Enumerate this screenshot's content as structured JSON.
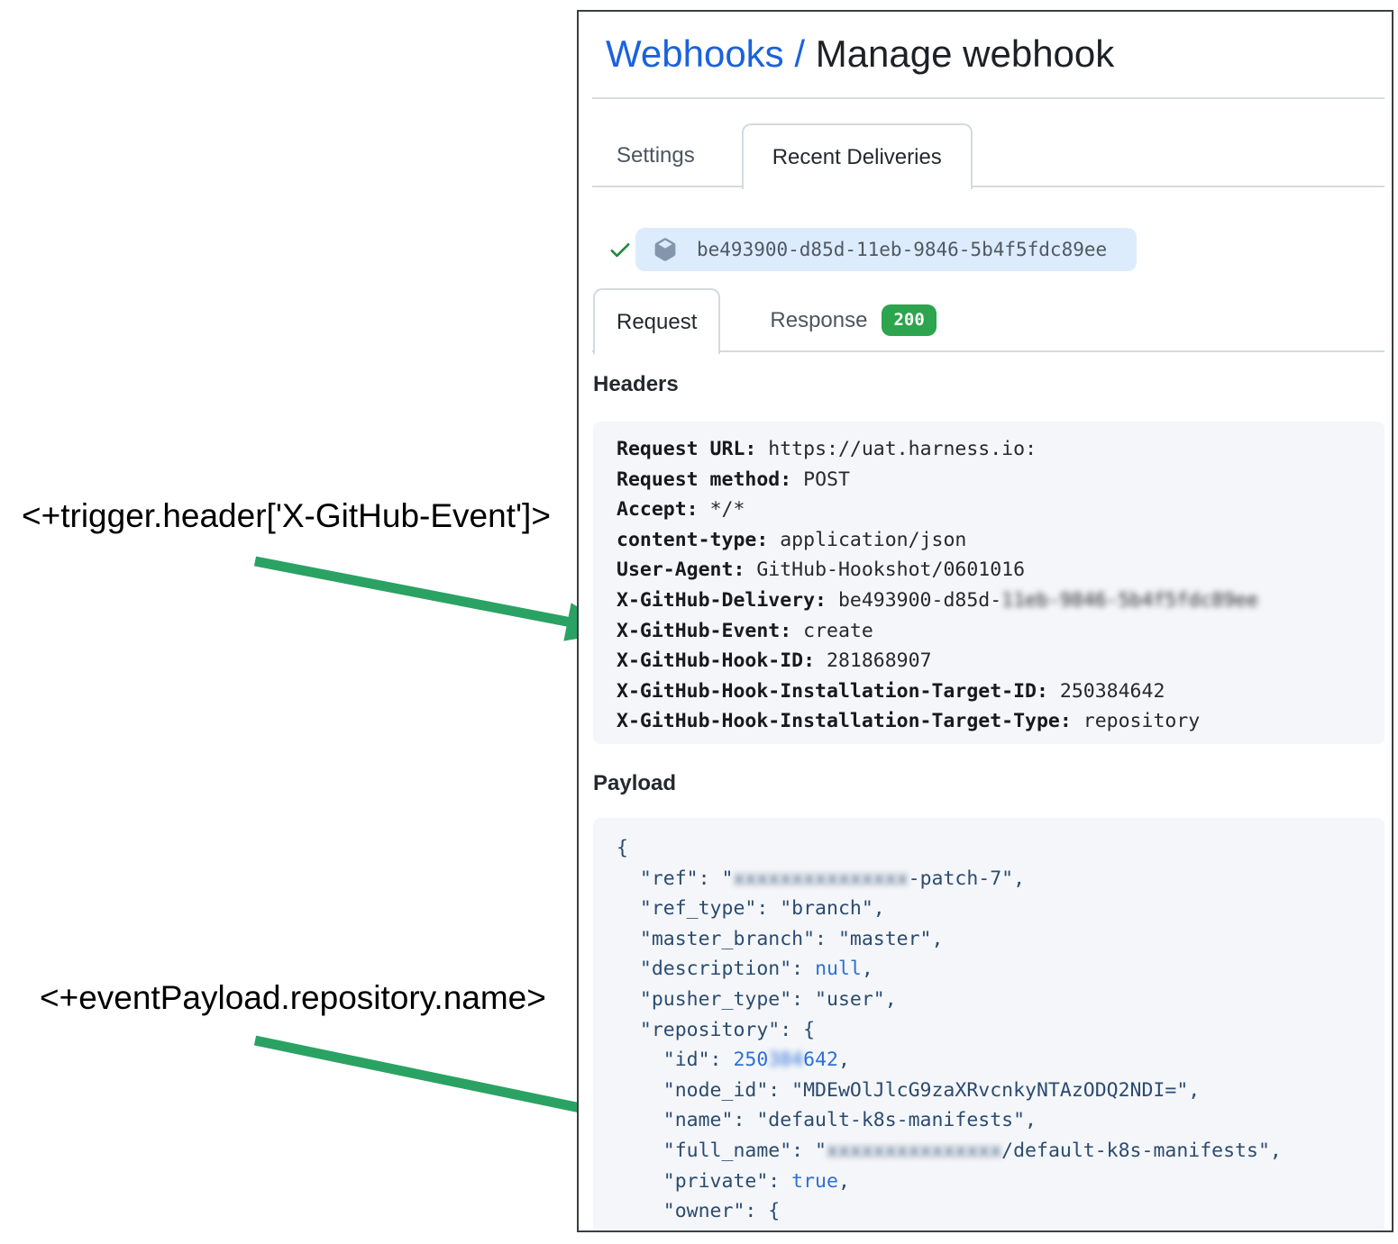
{
  "annotations": {
    "trigger_expression": "<+trigger.header['X-GitHub-Event']>",
    "payload_expression": "<+eventPayload.repository.name>",
    "arrow_color": "#2aa263"
  },
  "header": {
    "breadcrumb_link": "Webhooks",
    "separator": "/",
    "title": "Manage webhook",
    "link_color": "#1a62dc"
  },
  "tabs": [
    {
      "label": "Settings",
      "active": false
    },
    {
      "label": "Recent Deliveries",
      "active": true
    }
  ],
  "delivery": {
    "id": "be493900-d85d-11eb-9846-5b4f5fdc89ee",
    "status_icon": "check-icon",
    "chip_bg": "#dcecfd",
    "check_color": "#1f883d"
  },
  "subtabs": {
    "request_label": "Request",
    "response_label": "Response",
    "response_status": "200",
    "status_color": "#2da44e"
  },
  "headers_section": {
    "title": "Headers",
    "entries": [
      {
        "key": "Request URL:",
        "segments": [
          {
            "t": "https://uat.harness.io:"
          }
        ]
      },
      {
        "key": "Request method:",
        "segments": [
          {
            "t": "POST"
          }
        ]
      },
      {
        "key": "Accept:",
        "segments": [
          {
            "t": "*/*"
          }
        ]
      },
      {
        "key": "content-type:",
        "segments": [
          {
            "t": "application/json"
          }
        ]
      },
      {
        "key": "User-Agent:",
        "segments": [
          {
            "t": "GitHub-Hookshot/0601016"
          }
        ]
      },
      {
        "key": "X-GitHub-Delivery:",
        "segments": [
          {
            "t": "be493900-d85d-"
          },
          {
            "t": "11eb-9846-5b4f5fdc89ee",
            "c": "bl"
          }
        ]
      },
      {
        "key": "X-GitHub-Event:",
        "segments": [
          {
            "t": "create"
          }
        ]
      },
      {
        "key": "X-GitHub-Hook-ID:",
        "segments": [
          {
            "t": "281868907"
          }
        ]
      },
      {
        "key": "X-GitHub-Hook-Installation-Target-ID:",
        "segments": [
          {
            "t": "250384642"
          }
        ]
      },
      {
        "key": "X-GitHub-Hook-Installation-Target-Type:",
        "segments": [
          {
            "t": "repository"
          }
        ]
      }
    ]
  },
  "payload_section": {
    "title": "Payload",
    "lines": [
      [
        {
          "t": "{"
        }
      ],
      [
        {
          "t": "  \"ref\": \""
        },
        {
          "t": "xxxxxxxxxxxxxxx",
          "c": "bl"
        },
        {
          "t": "-patch-7\","
        }
      ],
      [
        {
          "t": "  \"ref_type\": \"branch\","
        }
      ],
      [
        {
          "t": "  \"master_branch\": \"master\","
        }
      ],
      [
        {
          "t": "  \"description\": "
        },
        {
          "t": "null",
          "c": "b"
        },
        {
          "t": ","
        }
      ],
      [
        {
          "t": "  \"pusher_type\": \"user\","
        }
      ],
      [
        {
          "t": "  \"repository\": {"
        }
      ],
      [
        {
          "t": "    \"id\": "
        },
        {
          "t": "250",
          "c": "b"
        },
        {
          "t": "384",
          "c": "b bl"
        },
        {
          "t": "642",
          "c": "b"
        },
        {
          "t": ","
        }
      ],
      [
        {
          "t": "    \"node_id\": \"MDEwOlJlcG9zaXRvcnkyNTAzODQ2NDI=\","
        }
      ],
      [
        {
          "t": "    \"name\": \"default-k8s-manifests\","
        }
      ],
      [
        {
          "t": "    \"full_name\": \""
        },
        {
          "t": "xxxxxxxxxxxxxxx",
          "c": "bl"
        },
        {
          "t": "/default-k8s-manifests\","
        }
      ],
      [
        {
          "t": "    \"private\": "
        },
        {
          "t": "true",
          "c": "b"
        },
        {
          "t": ","
        }
      ],
      [
        {
          "t": "    \"owner\": {"
        }
      ]
    ]
  }
}
